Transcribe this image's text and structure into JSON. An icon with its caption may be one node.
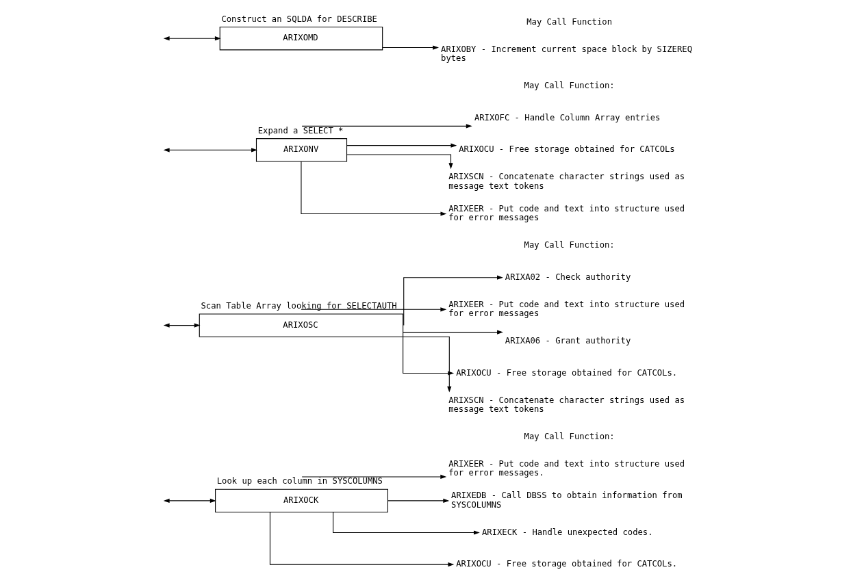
{
  "diagram": {
    "nodes": [
      {
        "text": [
          "Look up each column in SYSCOLUMNS",
          "ARIXOCK"
        ]
      },
      {
        "text": [
          "ARIXEER - Put code and text into structure used for error messages."
        ]
      },
      {
        "text": [
          "ARIXEDB - Call DBSS to obtain information from SYSCOLUMNS"
        ]
      },
      {
        "text": [
          "ARIXECK - Handle unexpected codes."
        ]
      },
      {
        "text": [
          "ARIXOCU - Free storage obtained for CATCOLs."
        ]
      },
      {
        "text": [
          "Scan Table Array looking for SELECTAUTH",
          "ARIXOSC"
        ]
      },
      {
        "text": [
          "ARIXA02 - Check authority"
        ]
      },
      {
        "text": [
          "ARIXEER - Put code and text into structure used for error messages"
        ]
      },
      {
        "text": [
          "ARIXA06 - Grant authority"
        ]
      },
      {
        "text": [
          "ARIXOCU - Free storage obtained for CATCOLs."
        ]
      },
      {
        "text": [
          "ARIXSCN - Concatenate character strings used as message text tokens"
        ]
      },
      {
        "text": [
          "Expand a SELECT *",
          "ARIXONV"
        ]
      },
      {
        "text": [
          "ARIXOFC - Handle Column Array entries"
        ]
      },
      {
        "text": [
          "ARIXOCU - Free storage obtained for CATCOLs"
        ]
      },
      {
        "text": [
          "ARIXSCN - Concatenate character strings used as message text tokens"
        ]
      },
      {
        "text": [
          "ARIXEER - Put code and text into structure used for error messages"
        ]
      },
      {
        "text": [
          "Construct an SQLDA for DESCRIBE",
          "ARIXOMD"
        ]
      },
      {
        "text": [
          "ARIXOBY - Increment current space block by SIZEREQ bytes"
        ]
      }
    ],
    "edges": [
      {
        "from": null,
        "to": 0,
        "arrow": "both"
      },
      {
        "from": 0,
        "to": 1,
        "arrow": "to"
      },
      {
        "from": 0,
        "to": 2,
        "arrow": "to"
      },
      {
        "from": 0,
        "to": 3,
        "arrow": "to"
      },
      {
        "from": 0,
        "to": 4,
        "arrow": "to"
      },
      {
        "from": null,
        "to": 5,
        "arrow": "both"
      },
      {
        "from": 5,
        "to": 6,
        "arrow": "to"
      },
      {
        "from": 5,
        "to": 7,
        "arrow": "to"
      },
      {
        "from": 5,
        "to": 8,
        "arrow": "to"
      },
      {
        "from": 5,
        "to": 9,
        "arrow": "to"
      },
      {
        "from": 5,
        "to": 10,
        "arrow": "to"
      },
      {
        "from": null,
        "to": 11,
        "arrow": "both"
      },
      {
        "from": 11,
        "to": 12,
        "arrow": "to"
      },
      {
        "from": 11,
        "to": 13,
        "arrow": "to"
      },
      {
        "from": 11,
        "to": 14,
        "arrow": "to"
      },
      {
        "from": 11,
        "to": 15,
        "arrow": "to"
      },
      {
        "from": null,
        "to": 16,
        "arrow": "both"
      },
      {
        "from": 16,
        "to": 17,
        "arrow": "to"
      }
    ],
    "labels": [
      "May Call Function:",
      "May Call Function:",
      "May Call Function:",
      "May Call Function"
    ]
  }
}
